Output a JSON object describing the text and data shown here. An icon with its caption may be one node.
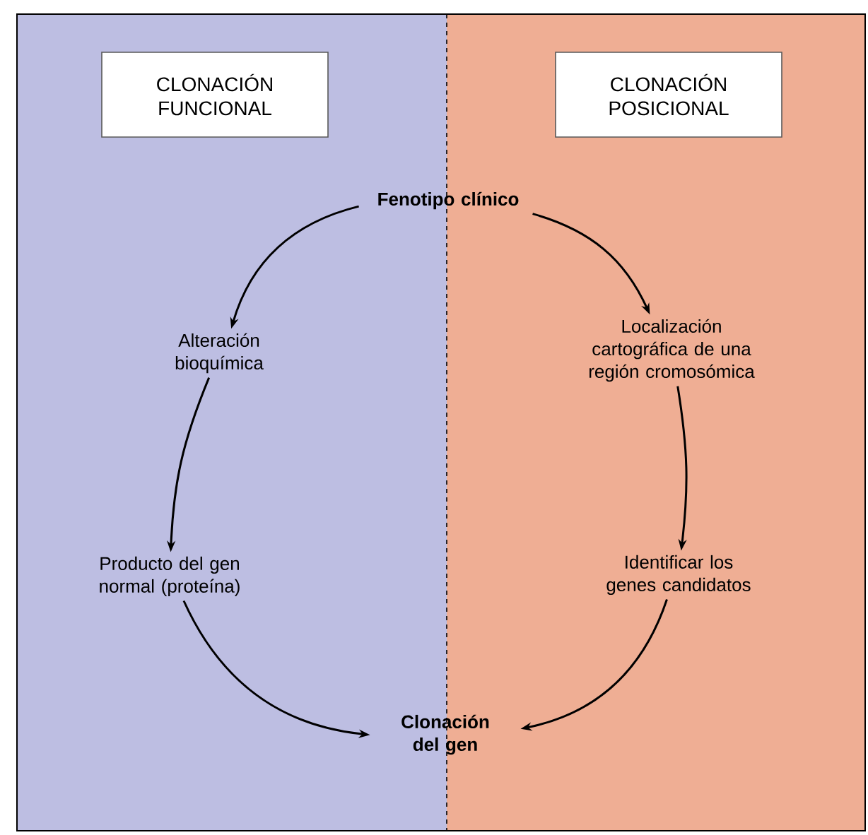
{
  "diagram": {
    "nodes": [
      {
        "text": [
          "CLONACIÓN FUNCIONAL"
        ]
      },
      {
        "text": [
          "CLONACIÓN POSICIONAL"
        ]
      },
      {
        "text": [
          "Fenotipo clínico"
        ]
      },
      {
        "text": [
          "Alteración bioquímica"
        ]
      },
      {
        "text": [
          "Localización cartográfica de una región cromosómica"
        ]
      },
      {
        "text": [
          "Producto del gen normal (proteína)"
        ]
      },
      {
        "text": [
          "Identificar los genes candidatos"
        ]
      },
      {
        "text": [
          "Clonación del gen"
        ]
      }
    ],
    "edges": [
      {
        "from": 2,
        "to": 3,
        "arrow": "to"
      },
      {
        "from": 2,
        "to": 4,
        "arrow": "to"
      },
      {
        "from": 3,
        "to": 5,
        "arrow": "to"
      },
      {
        "from": 4,
        "to": 6,
        "arrow": "to"
      },
      {
        "from": 5,
        "to": 7,
        "arrow": "to"
      },
      {
        "from": 6,
        "to": 7,
        "arrow": "to"
      }
    ]
  }
}
